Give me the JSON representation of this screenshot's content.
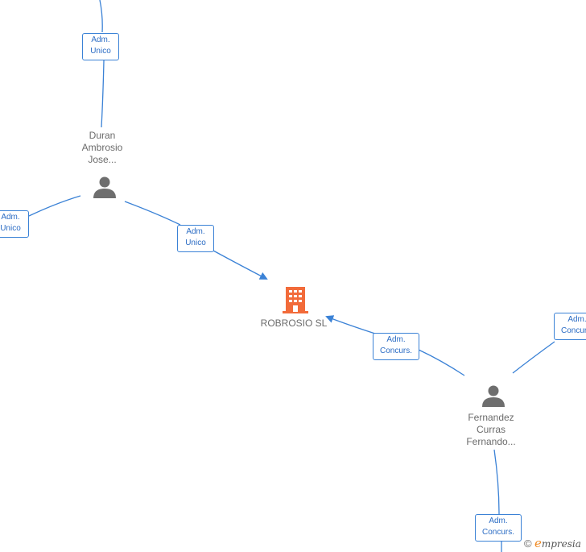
{
  "colors": {
    "edge": "#3b82d6",
    "label_text": "#2b6cc4",
    "node_text": "#6b6b6b",
    "person_icon": "#6e6e6e",
    "company_icon": "#f26b3a",
    "brand_e": "#f08a24"
  },
  "company": {
    "name": "ROBROSIO SL",
    "icon": "building-icon"
  },
  "persons": {
    "duran": {
      "name_lines": [
        "Duran",
        "Ambrosio",
        "Jose..."
      ],
      "icon": "person-icon"
    },
    "fernandez": {
      "name_lines": [
        "Fernandez",
        "Curras",
        "Fernando..."
      ],
      "icon": "person-icon"
    }
  },
  "edge_labels": {
    "top": [
      "Adm.",
      "Unico"
    ],
    "left": [
      "Adm.",
      "Unico"
    ],
    "duran_company": [
      "Adm.",
      "Unico"
    ],
    "fernandez_company": [
      "Adm.",
      "Concurs."
    ],
    "right": [
      "Adm.",
      "Concurs."
    ],
    "bottom": [
      "Adm.",
      "Concurs."
    ]
  },
  "brand": {
    "copyright": "©",
    "e": "e",
    "rest": "mpresia"
  }
}
